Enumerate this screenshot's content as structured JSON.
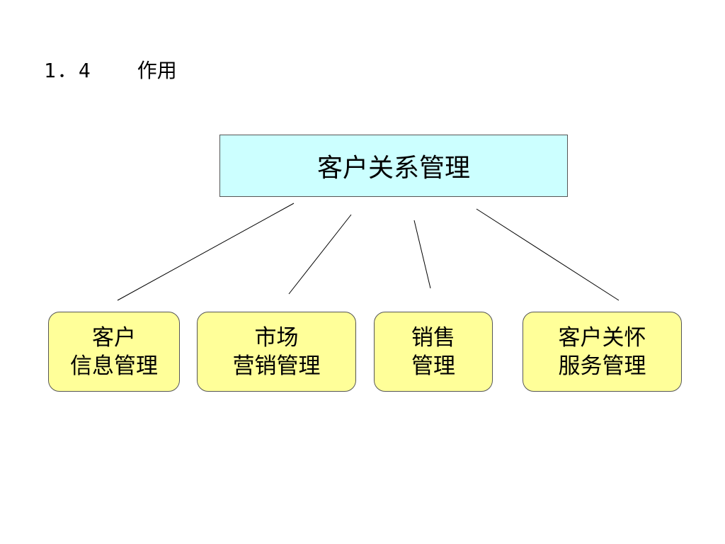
{
  "slide": {
    "section_number": "1．4",
    "section_title": "作用"
  },
  "diagram": {
    "root": {
      "label": "客户关系管理"
    },
    "children": [
      {
        "line1": "客户",
        "line2": "信息管理"
      },
      {
        "line1": "市场",
        "line2": "营销管理"
      },
      {
        "line1": "销售",
        "line2": "管理"
      },
      {
        "line1": "客户关怀",
        "line2": "服务管理"
      }
    ]
  },
  "colors": {
    "root_fill": "#ccffff",
    "child_fill": "#ffff99",
    "border": "#555555",
    "connector": "#000000"
  }
}
